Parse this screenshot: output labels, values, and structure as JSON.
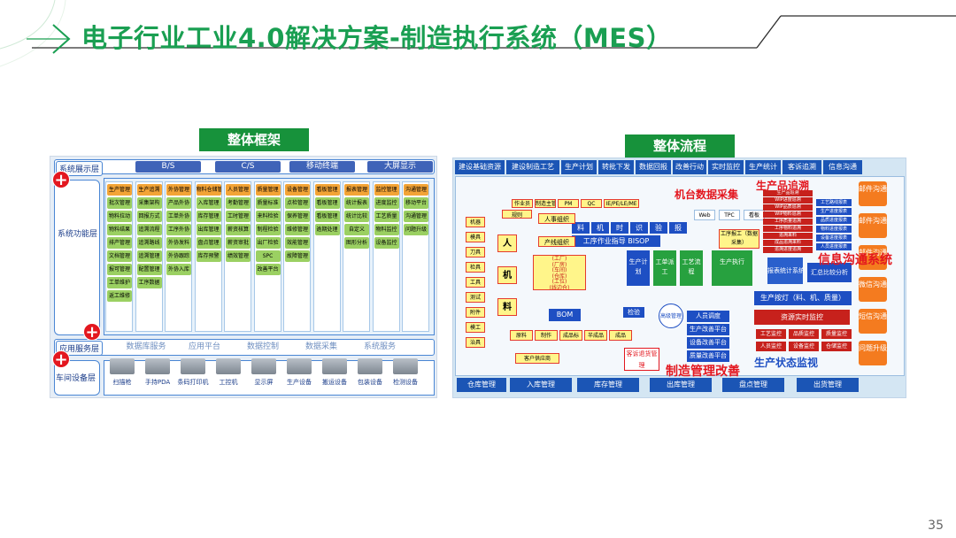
{
  "slide": {
    "title": "电子行业工业4.0解决方案-制造执行系统（MES）",
    "page_number": "35",
    "colors": {
      "title_green": "#1a9f52",
      "header_green": "#17923b",
      "accent_red": "#e3171f",
      "blue": "#1b55b5"
    }
  },
  "left_panel": {
    "header": "整体框架",
    "layers": {
      "display": "系统展示层",
      "function": "系统功能层",
      "application": "应用服务层",
      "workshop": "车间设备层"
    },
    "display_tags": [
      "B/S",
      "C/S",
      "移动终端",
      "大屏显示"
    ],
    "module_columns": [
      [
        {
          "t": "生产管理",
          "c": "o"
        },
        {
          "t": "批次管理",
          "c": "g"
        },
        {
          "t": "物料拉动",
          "c": "g"
        },
        {
          "t": "物料结果",
          "c": "g"
        },
        {
          "t": "排产管理",
          "c": "g"
        },
        {
          "t": "文档管理",
          "c": "g"
        },
        {
          "t": "报可管理",
          "c": "g"
        },
        {
          "t": "工单维护",
          "c": "g"
        },
        {
          "t": "返工维修",
          "c": "g"
        }
      ],
      [
        {
          "t": "生产追溯",
          "c": "o"
        },
        {
          "t": "采集架构",
          "c": "g"
        },
        {
          "t": "回报方式",
          "c": "g"
        },
        {
          "t": "追溯流程",
          "c": "g"
        },
        {
          "t": "追溯路线",
          "c": "g"
        },
        {
          "t": "追溯管理",
          "c": "g"
        },
        {
          "t": "配置管理",
          "c": "g"
        },
        {
          "t": "工序数据",
          "c": "g"
        }
      ],
      [
        {
          "t": "外协管理",
          "c": "o"
        },
        {
          "t": "产品外协",
          "c": "g"
        },
        {
          "t": "工单外协",
          "c": "g"
        },
        {
          "t": "工序外协",
          "c": "g"
        },
        {
          "t": "外协发料",
          "c": "g"
        },
        {
          "t": "外协跟踪",
          "c": "g"
        },
        {
          "t": "外协入库",
          "c": "g"
        }
      ],
      [
        {
          "t": "物料仓储管理",
          "c": "o"
        },
        {
          "t": "入库管理",
          "c": "g"
        },
        {
          "t": "库存管理",
          "c": "g"
        },
        {
          "t": "出库管理",
          "c": "g"
        },
        {
          "t": "盘点管理",
          "c": "g"
        },
        {
          "t": "库存预警",
          "c": "g"
        }
      ],
      [
        {
          "t": "人员管理",
          "c": "o"
        },
        {
          "t": "考勤管理",
          "c": "g"
        },
        {
          "t": "工时管理",
          "c": "g"
        },
        {
          "t": "薪资核算",
          "c": "g"
        },
        {
          "t": "薪资审批",
          "c": "g"
        },
        {
          "t": "绩效管理",
          "c": "g"
        }
      ],
      [
        {
          "t": "质量管理",
          "c": "o"
        },
        {
          "t": "质量标准",
          "c": "g"
        },
        {
          "t": "来料检验",
          "c": "g"
        },
        {
          "t": "制程检验",
          "c": "g"
        },
        {
          "t": "出厂检验",
          "c": "g"
        },
        {
          "t": "SPC",
          "c": "g"
        },
        {
          "t": "改善平台",
          "c": "g"
        }
      ],
      [
        {
          "t": "设备管理",
          "c": "o"
        },
        {
          "t": "点检管理",
          "c": "g"
        },
        {
          "t": "保养管理",
          "c": "g"
        },
        {
          "t": "维修管理",
          "c": "g"
        },
        {
          "t": "效能管理",
          "c": "g"
        },
        {
          "t": "故障管理",
          "c": "g"
        }
      ],
      [
        {
          "t": "看板管理",
          "c": "o"
        },
        {
          "t": "看板管理",
          "c": "g"
        },
        {
          "t": "看板管理",
          "c": "g"
        },
        {
          "t": "逾期处理",
          "c": "g"
        }
      ],
      [
        {
          "t": "报表管理",
          "c": "o"
        },
        {
          "t": "统计报表",
          "c": "g"
        },
        {
          "t": "统计比较",
          "c": "g"
        },
        {
          "t": "自定义",
          "c": "g"
        },
        {
          "t": "图形分析",
          "c": "g"
        }
      ],
      [
        {
          "t": "监控管理",
          "c": "o"
        },
        {
          "t": "进度监控",
          "c": "g"
        },
        {
          "t": "工艺质量",
          "c": "g"
        },
        {
          "t": "物料监控",
          "c": "g"
        },
        {
          "t": "设备监控",
          "c": "g"
        }
      ],
      [
        {
          "t": "沟通管理",
          "c": "o"
        },
        {
          "t": "移动平台",
          "c": "g"
        },
        {
          "t": "沟通管理",
          "c": "g"
        },
        {
          "t": "问题升级",
          "c": "g"
        }
      ]
    ],
    "services": [
      "数据库服务",
      "应用平台",
      "数据控制",
      "数据采集",
      "系统服务"
    ],
    "devices": [
      "扫描枪",
      "手持PDA",
      "条码打印机",
      "工控机",
      "显示屏",
      "生产设备",
      "搬运设备",
      "包装设备",
      "检测设备"
    ]
  },
  "right_panel": {
    "header": "整体流程",
    "top_tabs": [
      "建设基础资源",
      "建设制造工艺",
      "生产计划",
      "转批下发",
      "数据回报",
      "改善行动",
      "实时监控",
      "生产统计",
      "客诉追溯",
      "信息沟通"
    ],
    "bottom_tabs": [
      "仓库管理",
      "入库管理",
      "库存管理",
      "出库管理",
      "盘点管理",
      "出货管理"
    ],
    "labels": {
      "machine_data": "机台数据采集",
      "product_trace": "生产品追溯",
      "info_comm": "信息沟通系统",
      "mfg_improve": "制造管理改善",
      "prod_status": "生产状态监视",
      "complaint": "客诉退货管理"
    },
    "resources": [
      "机器",
      "模具",
      "刀具",
      "检具",
      "工具",
      "测试",
      "附件",
      "模工",
      "治具"
    ],
    "mlm": [
      "人",
      "机",
      "料"
    ],
    "row_boxes": [
      "料",
      "机",
      "时",
      "识",
      "验",
      "报"
    ],
    "sop": "工序作业指导 BISOP",
    "bom": "BOM",
    "left_yellow": [
      "作业员",
      "制造主管",
      "PM",
      "QC",
      "IE/PE/LE/ME"
    ],
    "midlist": [
      "(工厂)",
      "(厂房)",
      "(车间)",
      "(仓库)",
      "(工位)",
      "(线边仓)"
    ],
    "flow": [
      "生产计划",
      "工单派工",
      "工艺流程",
      "生产执行"
    ],
    "kanban": "报表统计系统",
    "summary": "汇总比较分析",
    "gray_boxes": [
      "Web",
      "TPC",
      "看板"
    ],
    "team": "工序报工（数据采集）",
    "bottom_yellow": [
      "原料",
      "制作",
      "成品标",
      "半成品",
      "成品"
    ],
    "customer": "客户供应商",
    "right_blue": [
      "人员调度",
      "生产改善平台",
      "设备改善平台",
      "质量改善平台"
    ],
    "check": "检验",
    "highlight": "高级管理",
    "andon": "生产按灯（料、机、质量）",
    "realtime": "资源实时监控",
    "red_grid": [
      "工艺监控",
      "品质监控",
      "质量监控",
      "人员监控",
      "设备监控",
      "仓储监控"
    ],
    "trace_list": [
      "生产品追溯",
      "WIP进度追溯",
      "WIP品质追溯",
      "WIP物料追溯",
      "工序质量追溯",
      "工序物料追溯",
      "追溯来料",
      "成品追溯来料",
      "追溯进度追溯"
    ],
    "side_blue": [
      "工艺路线报表",
      "生产进度报表",
      "品质进度报表",
      "物料进度报表",
      "设备进度报表",
      "人员进度报表"
    ],
    "comm": [
      "邮件沟通",
      "邮件沟通",
      "邮件沟通",
      "微信沟通",
      "短信沟通",
      "问题升级"
    ]
  }
}
